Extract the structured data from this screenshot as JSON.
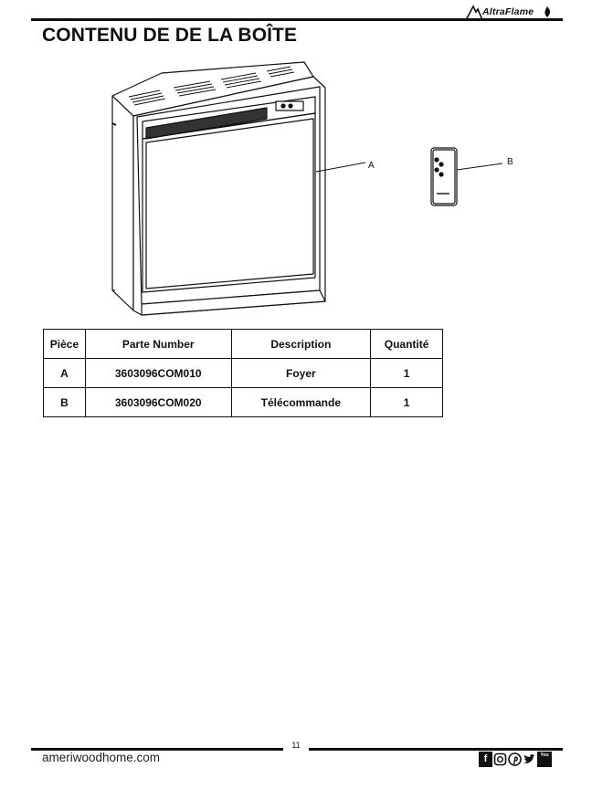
{
  "brand": {
    "logo_text": "AltraFlame"
  },
  "page_title": "CONTENU DE DE LA BOÎTE",
  "callouts": {
    "a": "A",
    "b": "B"
  },
  "table": {
    "headers": [
      "Pièce",
      "Parte Number",
      "Description",
      "Quantité"
    ],
    "rows": [
      [
        "A",
        "3603096COM010",
        "Foyer",
        "1"
      ],
      [
        "B",
        "3603096COM020",
        "Télécommande",
        "1"
      ]
    ]
  },
  "footer": {
    "page_number": "11",
    "website": "ameriwoodhome.com",
    "social_icons": [
      "facebook-icon",
      "instagram-icon",
      "pinterest-icon",
      "twitter-icon",
      "youtube-icon"
    ],
    "youtube_text": "You"
  }
}
